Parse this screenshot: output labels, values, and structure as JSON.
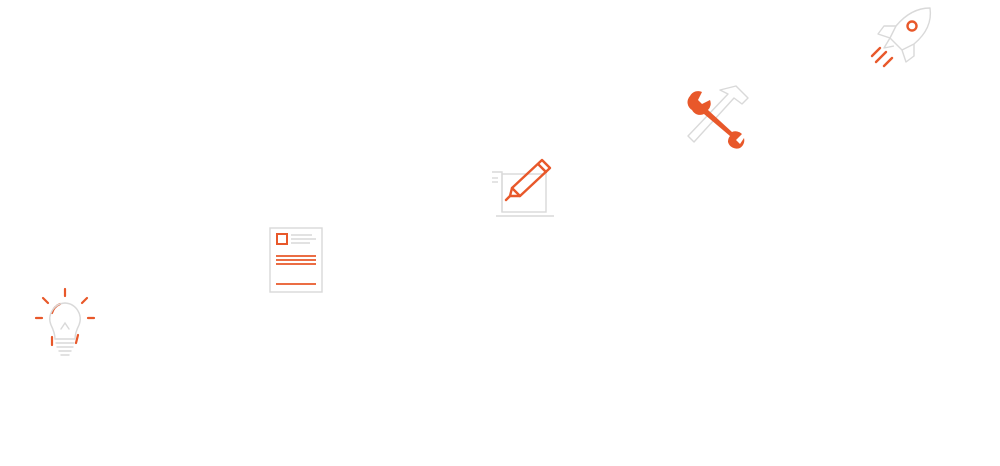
{
  "colors": {
    "accent": "#e8582a",
    "outline": "#d9d9d9",
    "paper": "#ffffff"
  },
  "icons": [
    {
      "id": "bulb",
      "name": "lightbulb-icon"
    },
    {
      "id": "doc",
      "name": "document-icon"
    },
    {
      "id": "draft",
      "name": "pencil-paper-icon"
    },
    {
      "id": "tools",
      "name": "wrench-hammer-icon"
    },
    {
      "id": "rocket",
      "name": "rocket-icon"
    }
  ]
}
